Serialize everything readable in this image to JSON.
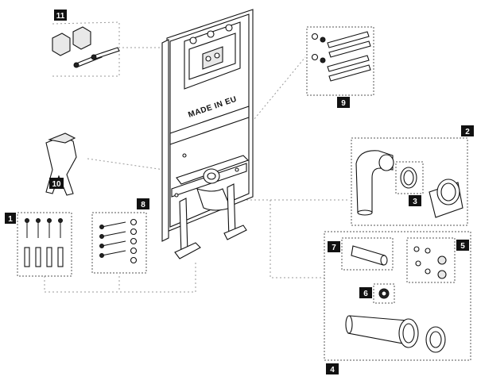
{
  "diagram": {
    "frame_label": "MADE IN EU",
    "badges": {
      "b1": "1",
      "b2": "2",
      "b3": "3",
      "b4": "4",
      "b5": "5",
      "b6": "6",
      "b7": "7",
      "b8": "8",
      "b9": "9",
      "b10": "10",
      "b11": "11"
    }
  }
}
